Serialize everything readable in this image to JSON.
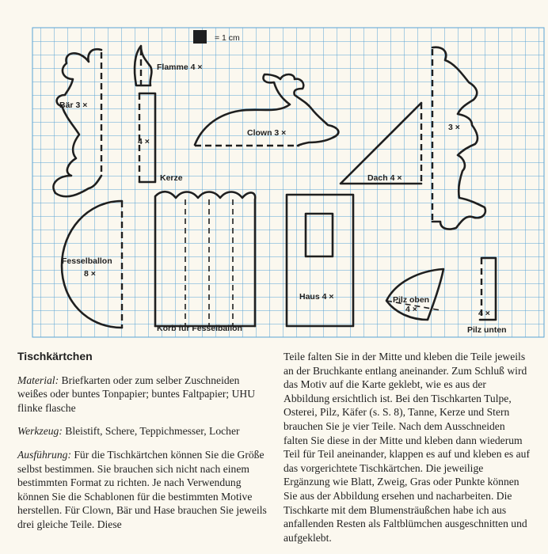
{
  "scale_label": "= 1 cm",
  "templates": [
    {
      "id": "baer",
      "name": "Bär",
      "count": "3 ×"
    },
    {
      "id": "flamme",
      "name": "Flamme",
      "count": "4 ×"
    },
    {
      "id": "kerze",
      "name": "Kerze",
      "count": "4 ×"
    },
    {
      "id": "clown",
      "name": "Clown",
      "count": "3 ×"
    },
    {
      "id": "hase",
      "name": "",
      "count": "3 ×"
    },
    {
      "id": "dach",
      "name": "Dach",
      "count": "4 ×"
    },
    {
      "id": "fesselballon",
      "name": "Fesselballon",
      "count": "8 ×"
    },
    {
      "id": "korb",
      "name": "Korb für Fesselballon",
      "count": ""
    },
    {
      "id": "haus",
      "name": "Haus",
      "count": "4 ×"
    },
    {
      "id": "pilz_oben",
      "name": "Pilz oben",
      "count": "4 ×"
    },
    {
      "id": "pilz_unten",
      "name": "Pilz unten",
      "count": "4 ×"
    }
  ],
  "article": {
    "title": "Tischkärtchen",
    "material_label": "Material:",
    "material_text": " Briefkarten oder zum selber Zuschneiden weißes oder buntes Tonpapier; buntes Faltpapier; UHU flinke flasche",
    "werkzeug_label": "Werkzeug:",
    "werkzeug_text": " Bleistift, Schere, Teppichmesser, Locher",
    "ausfuehrung_label": "Ausführung:",
    "ausfuehrung_text": " Für die Tischkärtchen können Sie die Größe selbst bestimmen. Sie brauchen sich nicht nach einem bestimmten Format zu richten. Je nach Verwendung können Sie die Schablonen für die bestimmten Motive herstellen. Für Clown, Bär und Hase brauchen Sie jeweils drei gleiche Teile. Diese",
    "continuation": "Teile falten Sie in der Mitte und kleben die Teile jeweils an der Bruchkante entlang aneinander. Zum Schluß wird das Motiv auf die Karte geklebt, wie es aus der Abbildung ersichtlich ist. Bei den Tischkarten Tulpe, Osterei, Pilz, Käfer (s. S. 8), Tanne, Kerze und Stern brauchen Sie je vier Teile. Nach dem Ausschneiden falten Sie diese in der Mitte und kleben dann wiederum Teil für Teil aneinander, klappen es auf und kleben es auf das vorgerichtete Tischkärtchen. Die jeweilige Ergänzung wie Blatt, Zweig, Gras oder Punkte können Sie aus der Abbildung ersehen und nacharbeiten. Die Tischkarte mit dem Blumensträußchen habe ich aus anfallenden Resten als Faltblümchen ausgeschnitten und aufgeklebt."
  },
  "colors": {
    "grid": "#5aa3d6",
    "ink": "#1f1f1f",
    "paper": "#fbf8ef"
  }
}
